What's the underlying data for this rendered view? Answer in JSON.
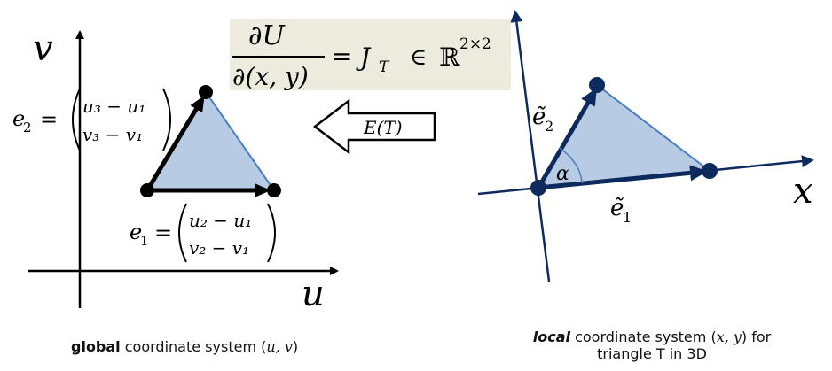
{
  "formula": {
    "numerator": "∂U",
    "denominator": "∂(x, y)",
    "equals": "=",
    "rhs": "J",
    "rhs_sub": "T",
    "member": "∈",
    "space": "ℝ",
    "space_sup": "2×2",
    "bg_color": "#ecebdd"
  },
  "arrow_label": "E(T)",
  "global": {
    "axis_v": "v",
    "axis_u": "u",
    "e2": {
      "lhs": "e",
      "sub": "2",
      "eq": "=",
      "top": "u₃ − u₁",
      "bottom": "v₃ − v₁"
    },
    "e1": {
      "lhs": "e",
      "sub": "1",
      "eq": "=",
      "top": "u₂ − u₁",
      "bottom": "v₂ − v₁"
    },
    "caption_bold": "global",
    "caption_rest": " coordinate system (",
    "caption_vars": "u, v",
    "caption_end": ")"
  },
  "local": {
    "axis_x": "x",
    "e2_label": "ẽ",
    "e2_sub": "2",
    "e1_label": "ẽ",
    "e1_sub": "1",
    "angle": "α",
    "caption_bold": "local",
    "caption_rest": " coordinate system (",
    "caption_vars": "x, y",
    "caption_end": ") for",
    "caption_line2": "triangle T in 3D"
  },
  "colors": {
    "triangle_fill": "#b8cbe4",
    "triangle_edge": "#4a7ebf",
    "local_navy": "#0d2a5e",
    "black": "#000000"
  }
}
